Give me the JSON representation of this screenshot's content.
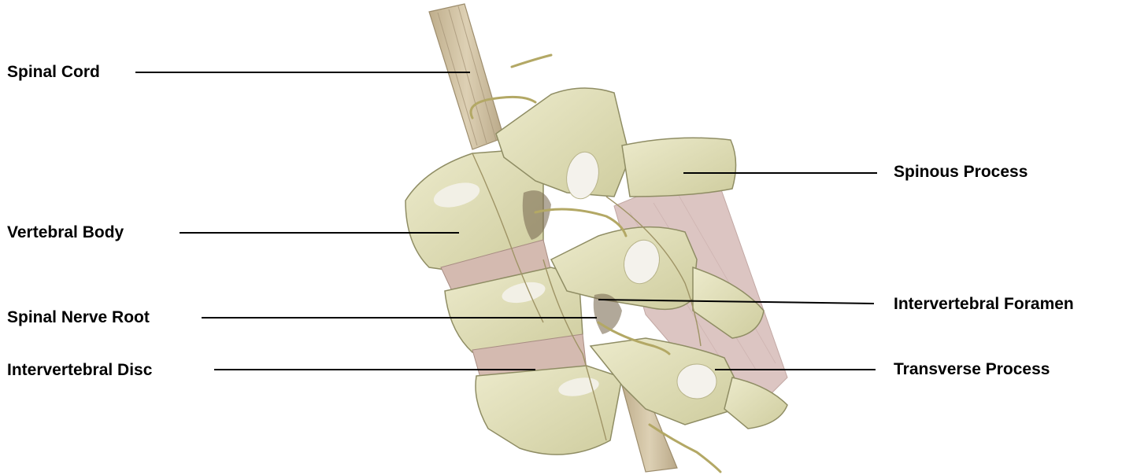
{
  "labels": {
    "spinal_cord": "Spinal Cord",
    "vertebral_body": "Vertebral Body",
    "spinal_nerve_root": "Spinal Nerve Root",
    "intervertebral_disc": "Intervertebral Disc",
    "spinous_process": "Spinous Process",
    "intervertebral_foramen": "Intervertebral Foramen",
    "transverse_process": "Transverse Process"
  },
  "colors": {
    "bone": "#e6e4be",
    "bone_shadow": "#c9c79a",
    "bone_outline": "#8f8d64",
    "disc": "#d2b8ae",
    "ligament": "#ddc6c4",
    "cord": "#cdbfa2",
    "nerve": "#b8ad6a",
    "facet": "#f3f1ea"
  }
}
